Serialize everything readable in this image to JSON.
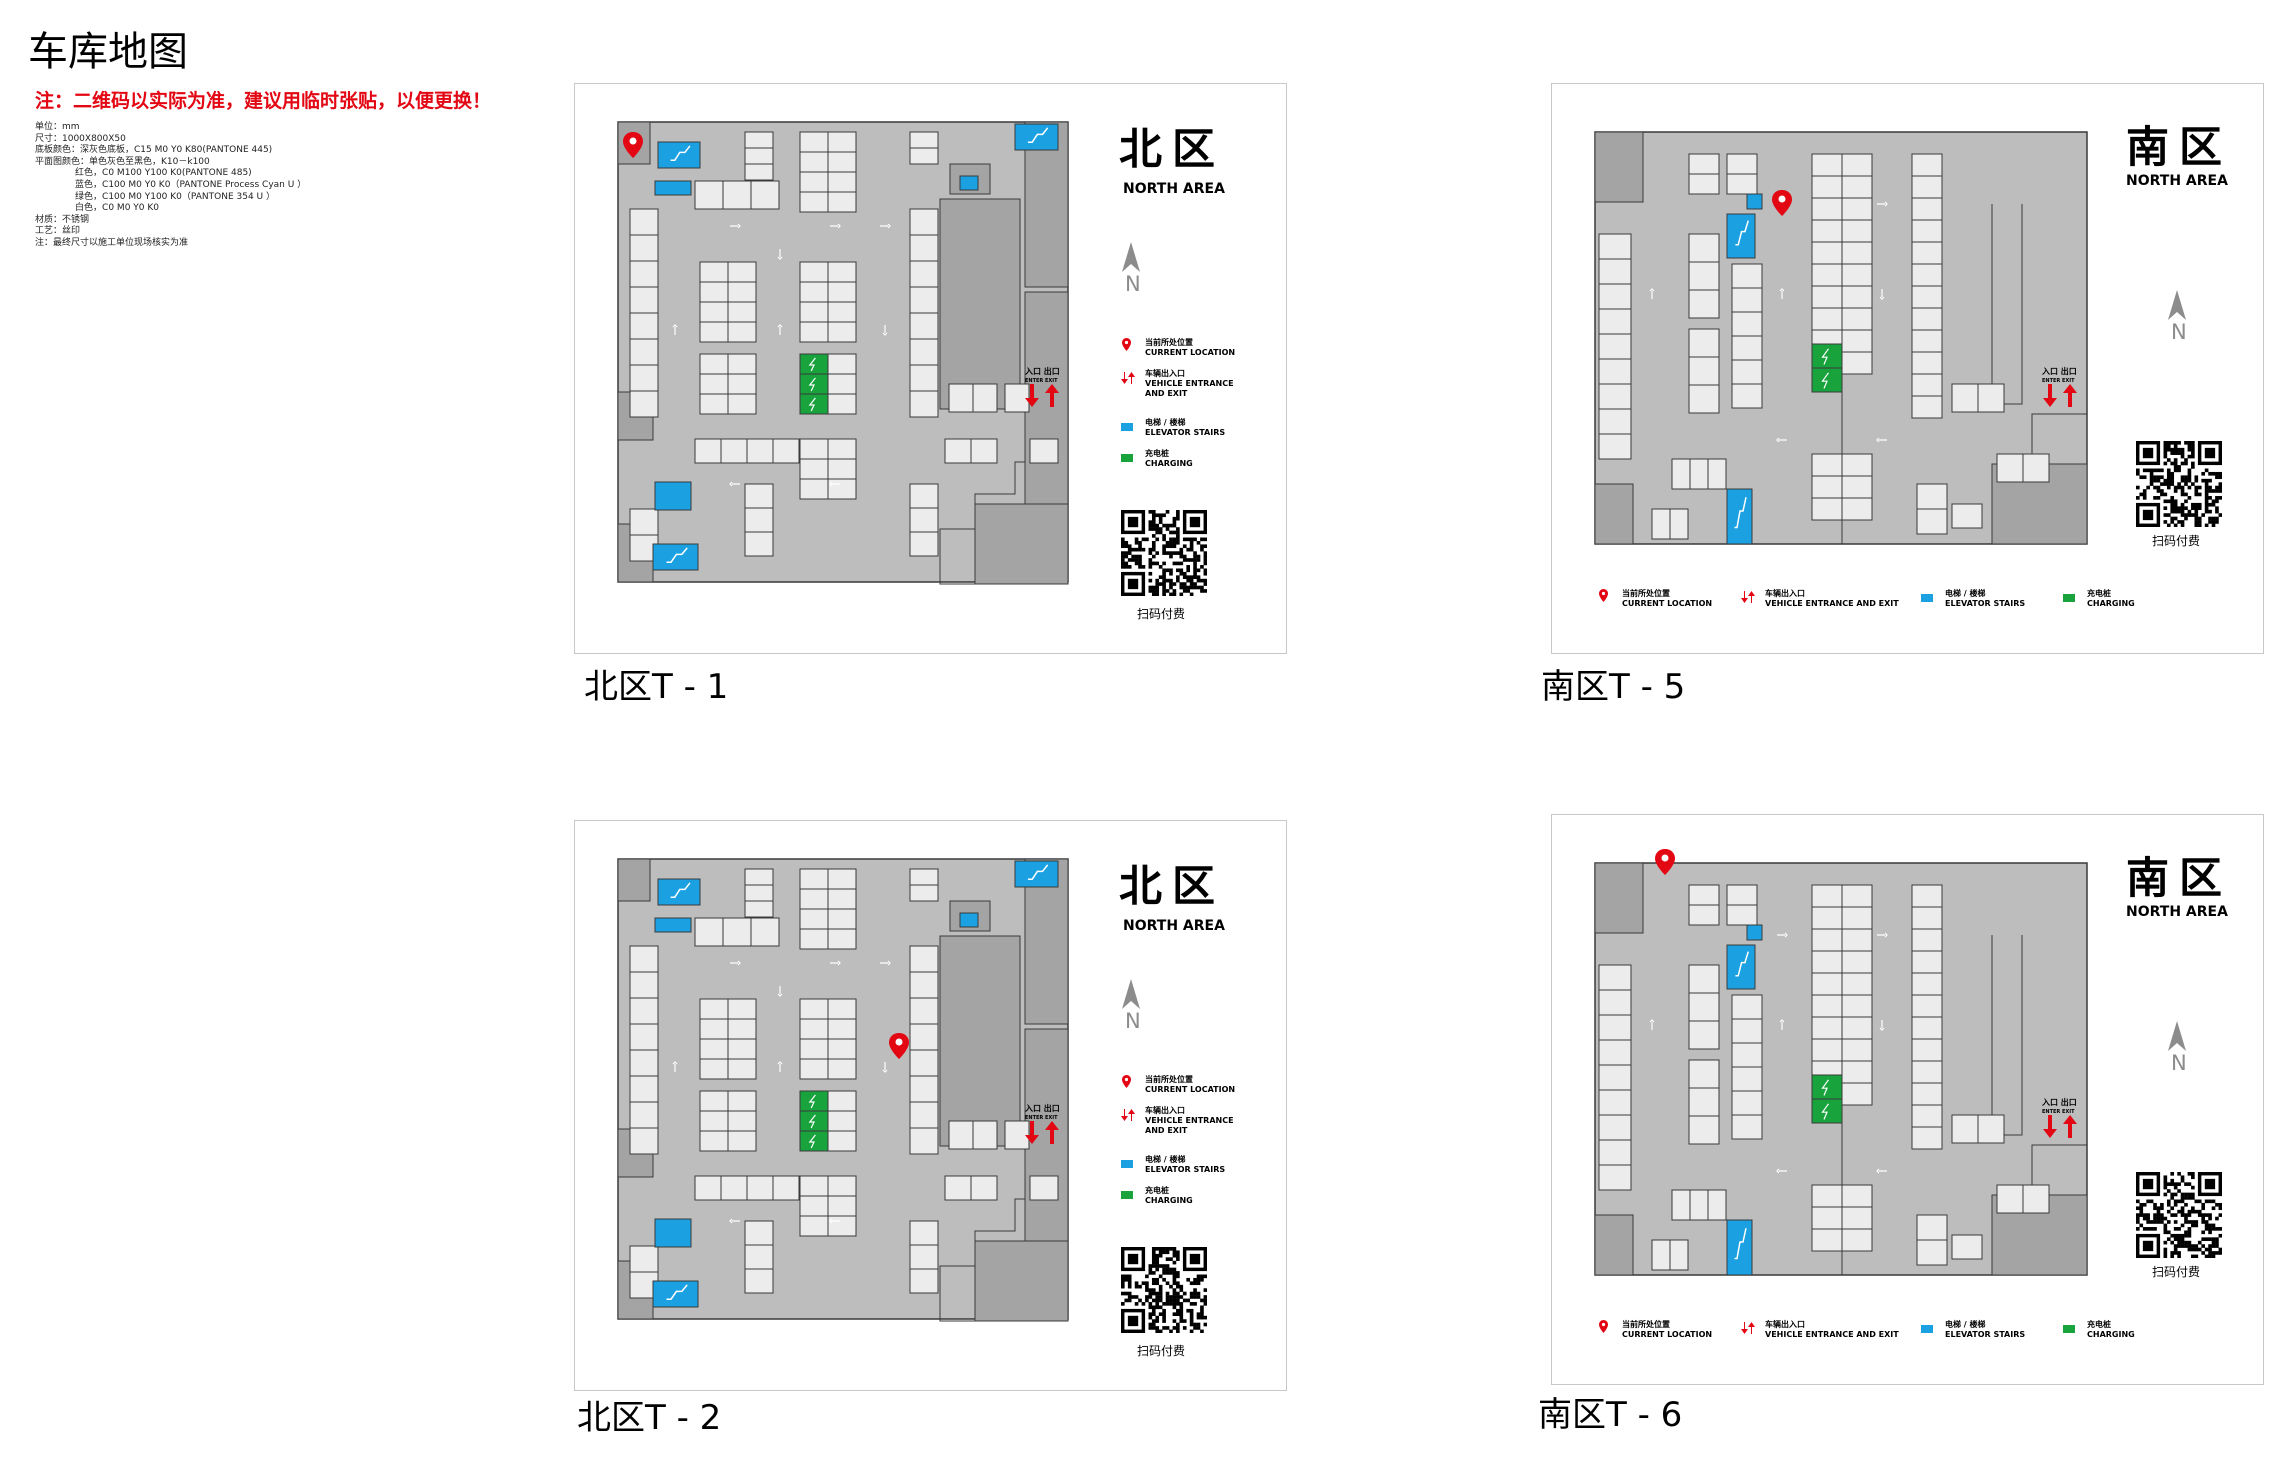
{
  "title": "车库地图",
  "note": "注：二维码以实际为准，建议用临时张贴，以便更换！",
  "specs": [
    "单位：mm",
    "尺寸：1000X800X50",
    "底板颜色：深灰色底板，C15 M0 Y0 K80(PANTONE 445)",
    "",
    "平面图颜色：单色灰色至黑色，K10－k100",
    "              红色，C0 M100 Y100 K0(PANTONE 485)",
    "              蓝色，C100 M0 Y0 K0（PANTONE Process Cyan U ）",
    "              绿色，C100 M0 Y100 K0（PANTONE 354 U ）",
    "              白色，C0 M0 Y0 K0",
    "材质：不锈钢",
    "工艺：丝印",
    "注：最终尺寸以施工单位现场核实为准"
  ],
  "colors": {
    "map_fill": "#bdbdbd",
    "map_dark": "#a4a4a4",
    "stall": "#ececec",
    "outline": "#3a3a3a",
    "red": "#e30613",
    "blue": "#1ba0e1",
    "green": "#18a33d",
    "bg": "#ffffff"
  },
  "legend": {
    "current_cn": "当前所处位置",
    "current_en": "CURRENT LOCATION",
    "vehicle_cn": "车辆出入口",
    "vehicle_en1": "VEHICLE ENTRANCE",
    "vehicle_en2": "AND EXIT",
    "vehicle_en": "VEHICLE ENTRANCE AND EXIT",
    "elevator_cn": "电梯 / 楼梯",
    "elevator_en": "ELEVATOR STAIRS",
    "charging_cn": "充电桩",
    "charging_en": "CHARGING"
  },
  "enter_cn": "入口",
  "exit_cn": "出口",
  "enter_en": "ENTER",
  "exit_en": "EXIT",
  "north_letter": "N",
  "qr_label": "扫码付费",
  "boards": [
    {
      "id": "t1",
      "zone_cn": "北区",
      "zone_en": "NORTH AREA",
      "caption": "北区T - 1",
      "icons": [
        "location-pin-icon",
        "elevator-icon",
        "charging-icon",
        "entrance-arrow-icon",
        "exit-arrow-icon",
        "north-arrow-icon",
        "qr-code-icon"
      ]
    },
    {
      "id": "t2",
      "zone_cn": "北区",
      "zone_en": "NORTH AREA",
      "caption": "北区T - 2"
    },
    {
      "id": "t5",
      "zone_cn": "南区",
      "zone_en": "NORTH AREA",
      "caption": "南区T - 5"
    },
    {
      "id": "t6",
      "zone_cn": "南区",
      "zone_en": "NORTH AREA",
      "caption": "南区T - 6"
    }
  ]
}
